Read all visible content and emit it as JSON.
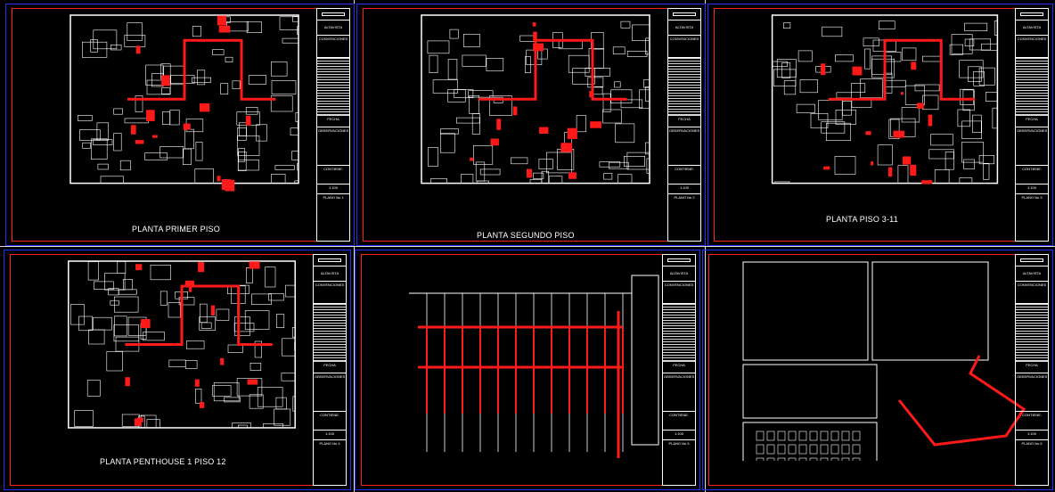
{
  "sheets": [
    {
      "label": "PLANTA PRIMER PISO",
      "plano": "PLANO No 1"
    },
    {
      "label": "PLANTA SEGUNDO PISO",
      "plano": "PLANO No 2"
    },
    {
      "label": "PLANTA PISO 3-11",
      "plano": "PLANO No 3"
    },
    {
      "label": "PLANTA PENTHOUSE 1 PISO 12",
      "plano": "PLANO No 4"
    },
    {
      "label": "",
      "plano": "PLANO No 5"
    },
    {
      "label": "",
      "plano": "PLANO No 6"
    }
  ],
  "title_block": {
    "project": "ALTAVISTA",
    "conventions": "CONVENCIONES",
    "fecha": "FECHA",
    "observaciones": "OBSERVACIONES",
    "contiene": "CONTIENE:",
    "escala": "1:100"
  },
  "colors": {
    "pipe": "#ff1a1a",
    "line": "#ffffff",
    "border_outer": "#2030ff",
    "border_inner": "#ff2020"
  }
}
